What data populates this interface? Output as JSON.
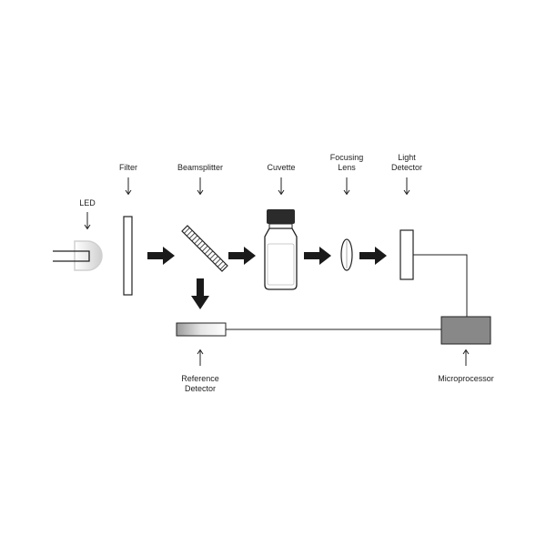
{
  "diagram": {
    "labels": {
      "led": "LED",
      "filter": "Filter",
      "beamsplitter": "Beamsplitter",
      "cuvette": "Cuvette",
      "focusing_lens_line1": "Focusing",
      "focusing_lens_line2": "Lens",
      "light_detector_line1": "Light",
      "light_detector_line2": "Detector",
      "reference_detector_line1": "Reference",
      "reference_detector_line2": "Detector",
      "microprocessor": "Microprocessor"
    },
    "colors": {
      "stroke": "#222222",
      "arrow": "#1a1a1a",
      "cap": "#2b2b2b",
      "microprocessor_fill": "#888888",
      "led_glow": "#d9d9d9"
    }
  }
}
